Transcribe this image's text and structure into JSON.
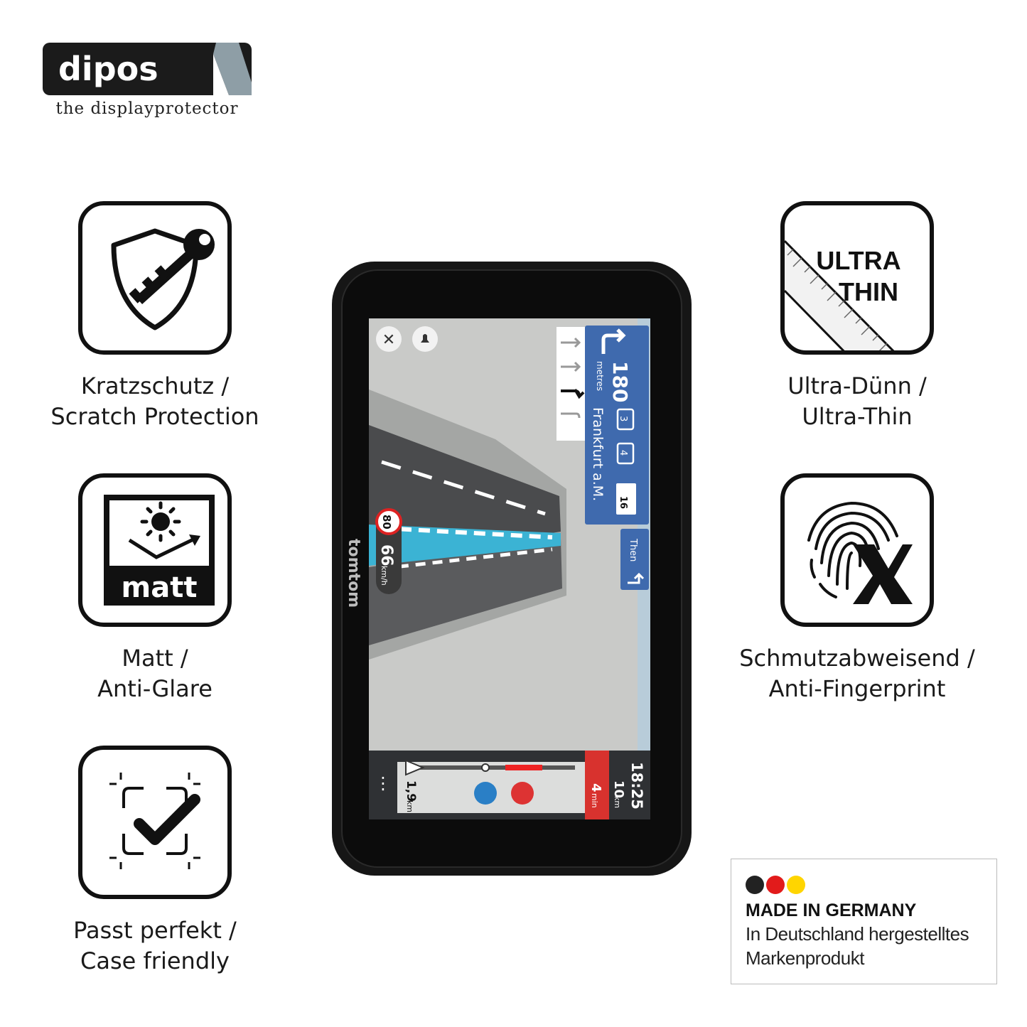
{
  "brand": {
    "name": "dipos",
    "tagline": "the displayprotector"
  },
  "features": [
    {
      "icon": "shield-key-icon",
      "line1": "Kratzschutz /",
      "line2": "Scratch Protection"
    },
    {
      "icon": "sun-matt-icon",
      "label": "matt",
      "line1": "Matt /",
      "line2": "Anti-Glare"
    },
    {
      "icon": "frame-check-icon",
      "line1": "Passt perfekt /",
      "line2": "Case friendly"
    },
    {
      "icon": "ruler-ultra-thin-icon",
      "label1": "ULTRA",
      "label2": "THIN",
      "line1": "Ultra-Dünn /",
      "line2": "Ultra-Thin"
    },
    {
      "icon": "fingerprint-x-icon",
      "line1": "Schmutzabweisend /",
      "line2": "Anti-Fingerprint"
    }
  ],
  "device": {
    "brand": "tomtom",
    "distance": "180",
    "distance_unit": "metres",
    "lane1": "3",
    "lane2": "4",
    "road_badge": "16",
    "destination": "Frankfurt a.M.",
    "then_label": "Then",
    "speed_limit": "80",
    "speed": "66",
    "speed_unit": "km/h",
    "arrival": "18:25",
    "remaining_distance": "10",
    "remaining_distance_unit": "km",
    "remaining_time": "4",
    "remaining_time_unit": "min",
    "next_distance": "1,9",
    "next_distance_unit": "km",
    "menu_glyph": "⋮",
    "close_glyph": "✕"
  },
  "badge": {
    "flag_colors": [
      "#222222",
      "#e21b1b",
      "#ffd500"
    ],
    "title": "MADE IN GERMANY",
    "line1": "In Deutschland hergestelltes",
    "line2": "Markenprodukt"
  }
}
